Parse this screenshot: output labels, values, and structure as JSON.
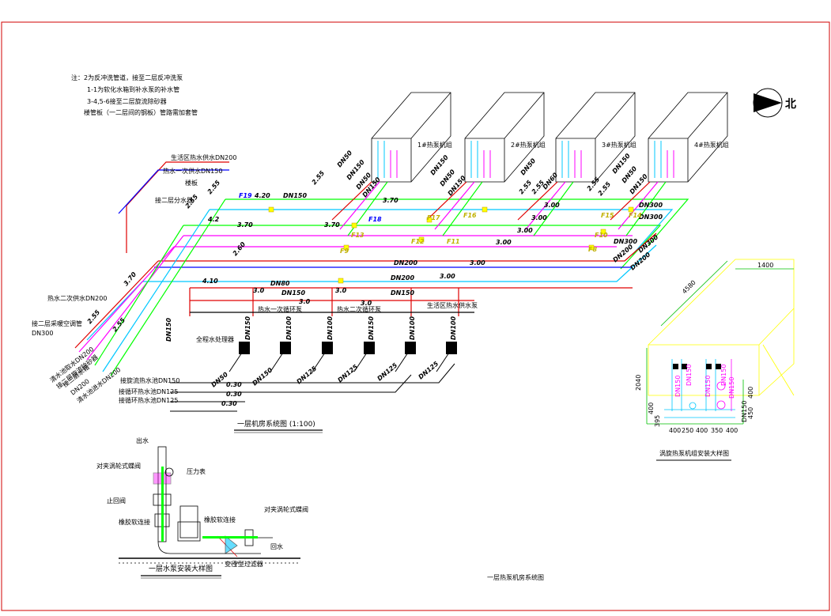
{
  "colors": {
    "frame": "#d00000",
    "steel": "#000000",
    "hot_supply": "#ff00ff",
    "hot_return": "#00ff00",
    "cold": "#00c8ff",
    "red_pipe": "#e00000",
    "blue_pipe": "#0000ff",
    "tank": "#ffff00",
    "dim_green": "#00c000",
    "valve": "#ffff00"
  },
  "notes": {
    "line1": "注：2为反冲洗管道，接至二层反冲洗泵",
    "line2": "1-1为软化水箱到补水泵的补水管",
    "line3": "3-4,5-6接至二层旋流除砂器",
    "line4": "楼管板（一二层间的钢板）管路需加套管"
  },
  "north": "北",
  "units": [
    "1#热泵机组",
    "2#热泵机组",
    "3#热泵机组",
    "4#热泵机组"
  ],
  "left_labels": {
    "domestic_hot": "生活区热水供水DN200",
    "primary_hot": "热水一次供水DN150",
    "floor_slab": "楼板",
    "to_second_floor": "接二层分水器",
    "secondary_hot": "热水二次供水DN200",
    "to_ac": "接二层采暖空调管",
    "ac_size": "DN300",
    "r1": "清水池取水DN200",
    "r2": "接二层旋流除砂器",
    "r3": "接三层水箱",
    "r4": "DN200",
    "r5": "清水池进水DN200"
  },
  "pipe_labels": {
    "dn50_a": "DN50",
    "dn150_a": "DN150",
    "dn50_b": "DN50",
    "dn150_b": "DN150",
    "dn150_c": "DN150",
    "dn50_c": "DN50",
    "dn150_d": "DN150",
    "dn50_d": "DN50",
    "dn60": "DN60",
    "dn150_e": "DN150",
    "dn50_e": "DN50",
    "dn150_f": "DN150",
    "dn150_m": "DN150",
    "dn300_a": "DN300",
    "dn300_b": "DN300",
    "dn300_c": "DN300",
    "dn300_d": "DN300",
    "dn200_a": "DN200",
    "dn200_b": "DN200",
    "dn200_c": "DN200",
    "dn200_d": "DN200",
    "dn80": "DN80",
    "dn150_g": "DN150",
    "dn150_h": "DN150",
    "dn150_i": "DN150",
    "dn150_v": "DN150"
  },
  "levels": {
    "l255a": "2.55",
    "l255b": "2.55",
    "l255c": "2.55",
    "l255d": "2.55",
    "l255e": "2.55",
    "l255f": "2.55",
    "l255g": "2.55",
    "l255h": "2.55",
    "l255i": "2.55",
    "l420": "4.20",
    "l42": "4.2",
    "l370a": "3.70",
    "l370b": "3.70",
    "l370c": "3.70",
    "l370d": "3.70",
    "l300a": "3.00",
    "l300b": "3.00",
    "l300c": "3.00",
    "l300d": "3.00",
    "l300e": "3.00",
    "l300f": "3.00",
    "l300g": "3.00",
    "l260": "2.60",
    "l410": "4.10",
    "l30a": "3.0",
    "l30b": "3.0",
    "l30c": "3.0",
    "l30d": "3.0",
    "l030a": "0.30",
    "l030b": "0.30",
    "l030c": "0.30"
  },
  "tags": {
    "f19": "F19",
    "f18": "F18",
    "f17": "F17",
    "f16": "F16",
    "f15": "F15",
    "f14": "F14",
    "f13": "F13",
    "f12": "F12",
    "f11": "F11",
    "f10": "F10",
    "f9": "F9",
    "f8": "F8"
  },
  "pumps": {
    "pump_primary": "热水一次循环泵",
    "pump_secondary": "热水二次循环泵",
    "pump_domestic": "生活区热水供水泵",
    "softener": "全程水处理器",
    "dn150_p1": "DN150",
    "dn100_p2": "DN100",
    "dn100_p3": "DN100",
    "dn150_p4": "DN150",
    "dn100_p5": "DN100",
    "dn100_p6": "DN100",
    "dn50_b1": "DN50",
    "dn150_b2": "DN150",
    "dn125_b3": "DN125",
    "dn125_b4": "DN125",
    "dn125_b5": "DN125",
    "dn125_b6": "DN125",
    "out1": "接旋流热水池DN150",
    "out2": "接循环热水池DN125",
    "out3": "接循环热水池DN125"
  },
  "titles": {
    "system": "一层机房系统图 (1:100)",
    "detail": "一层水泵安装大样图",
    "unit_detail": "涡旋热泵机组安装大样图",
    "sheet": "一层热泵机房系统图"
  },
  "detail_labels": {
    "outlet": "出水",
    "butterfly_1": "对夹涡轮式蝶阀",
    "gauge": "压力表",
    "check": "止回阀",
    "rubber_1": "橡胶软连接",
    "rubber_2": "橡胶软连接",
    "butterfly_2": "对夹涡轮式蝶阀",
    "return": "回水",
    "reducer": "变径",
    "filter": "Y型过滤器"
  },
  "unit_dims": {
    "d1400": "1400",
    "d4580": "4580",
    "d2040": "2040",
    "d400a": "400",
    "d450": "450",
    "d400b": "400",
    "d395": "395",
    "d400c": "400",
    "d250": "250",
    "d400d": "400",
    "d350": "350",
    "d400e": "400",
    "dn150_u1": "DN150",
    "dn150_u2": "DN150",
    "dn150_u3": "DN150",
    "dn150_u4": "DN150",
    "dn150_u5": "DN150",
    "dn150_u6": "DN150"
  }
}
